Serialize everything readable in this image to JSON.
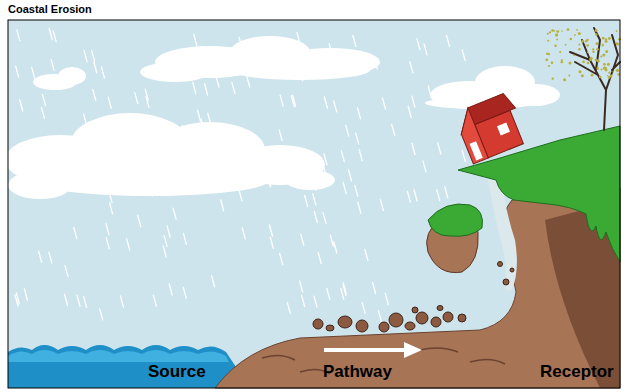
{
  "diagram": {
    "title": "Coastal Erosion",
    "labels": [
      "Source",
      "Pathway",
      "Receptor"
    ]
  }
}
